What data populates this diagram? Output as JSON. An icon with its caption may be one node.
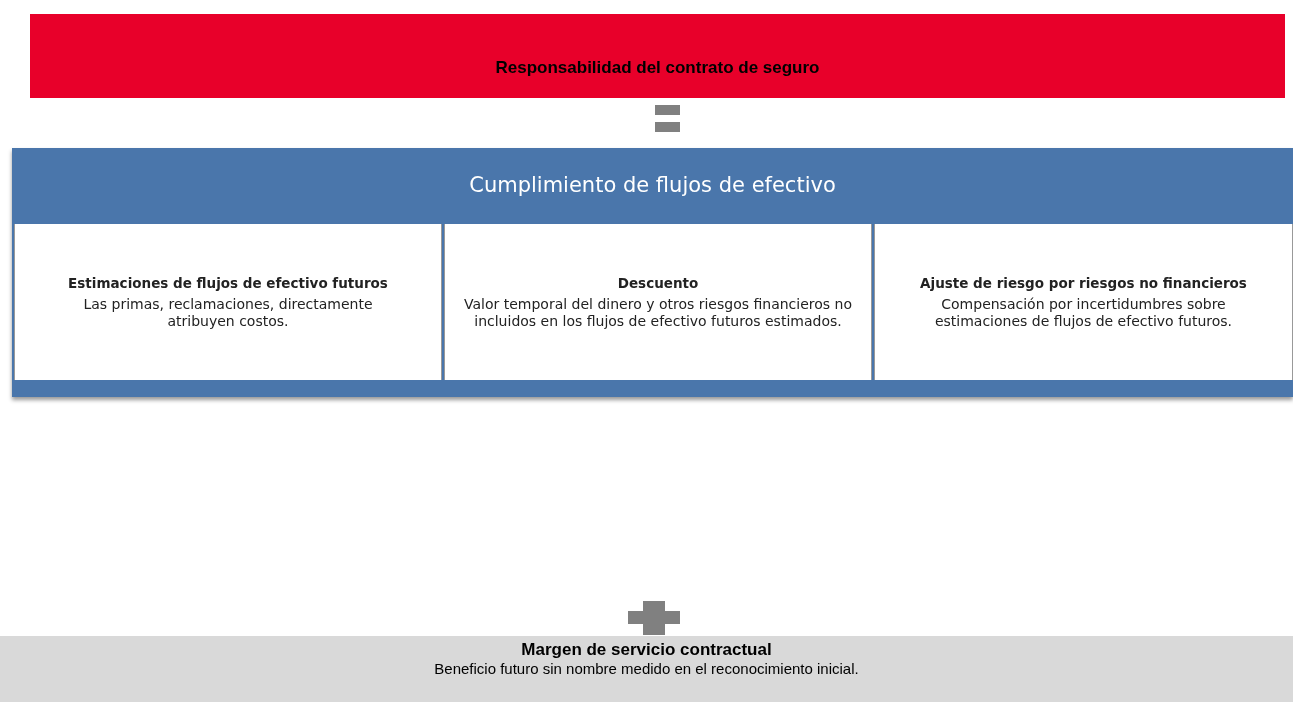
{
  "diagram": {
    "nodes": [
      {
        "text": [
          "Responsabilidad del contrato de seguro"
        ]
      },
      {
        "text": [
          "Cumplimiento de flujos de efectivo"
        ]
      },
      {
        "text": [
          "Estimaciones de flujos de efectivo futuros",
          "Las primas, reclamaciones, directamente atribuyen costos."
        ],
        "in": 1
      },
      {
        "text": [
          "Descuento",
          "Valor temporal del dinero y otros riesgos financieros no incluidos en los flujos de efectivo futuros estimados."
        ],
        "in": 1
      },
      {
        "text": [
          "Ajuste de riesgo por riesgos no financieros",
          "Compensación por incertidumbres sobre estimaciones de flujos de efectivo futuros."
        ],
        "in": 1
      },
      {
        "text": [
          "Margen de servicio contractual",
          "Beneficio futuro sin nombre medido en el reconocimiento inicial."
        ]
      }
    ]
  }
}
